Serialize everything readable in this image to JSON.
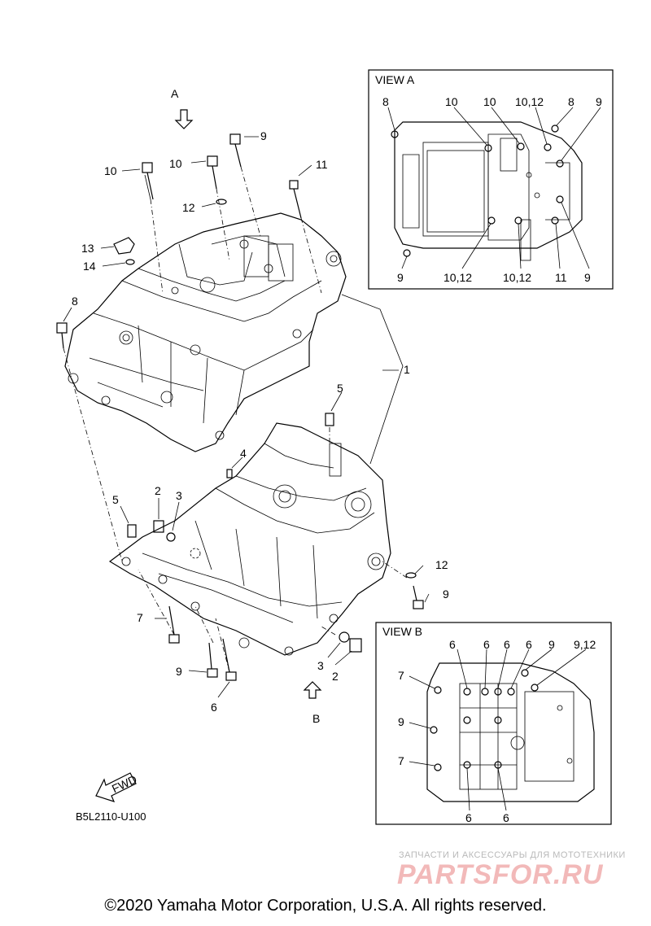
{
  "callouts_main": {
    "view_a_arrow": "A",
    "view_b_arrow": "B",
    "p1": "1",
    "p2_top": "2",
    "p2_bottom": "2",
    "p3_top": "3",
    "p3_bottom": "3",
    "p4": "4",
    "p5_top": "5",
    "p5_left": "5",
    "p6": "6",
    "p7": "7",
    "p8": "8",
    "p9_top": "9",
    "p9_right": "9",
    "p9_bottom": "9",
    "p10_a": "10",
    "p10_b": "10",
    "p11": "11",
    "p12_top": "12",
    "p12_right": "12",
    "p13": "13",
    "p14": "14"
  },
  "view_a": {
    "title": "VIEW A",
    "top_labels": [
      "8",
      "10",
      "10",
      "10,12",
      "8",
      "9"
    ],
    "bottom_labels": [
      "9",
      "10,12",
      "10,12",
      "11",
      "9"
    ]
  },
  "view_b": {
    "title": "VIEW B",
    "top_labels": [
      "6",
      "6",
      "6",
      "6",
      "9",
      "9,12"
    ],
    "left_labels": [
      "7",
      "9",
      "7"
    ],
    "bottom_labels": [
      "6",
      "6"
    ]
  },
  "fwd": "FWD",
  "drawing_code": "B5L2110-U100",
  "watermark": {
    "tagline": "ЗАПЧАСТИ И АКСЕССУАРЫ ДЛЯ МОТОТЕХНИКИ",
    "logo": "PARTSFOR.RU"
  },
  "copyright": "©2020 Yamaha Motor Corporation, U.S.A. All rights reserved."
}
